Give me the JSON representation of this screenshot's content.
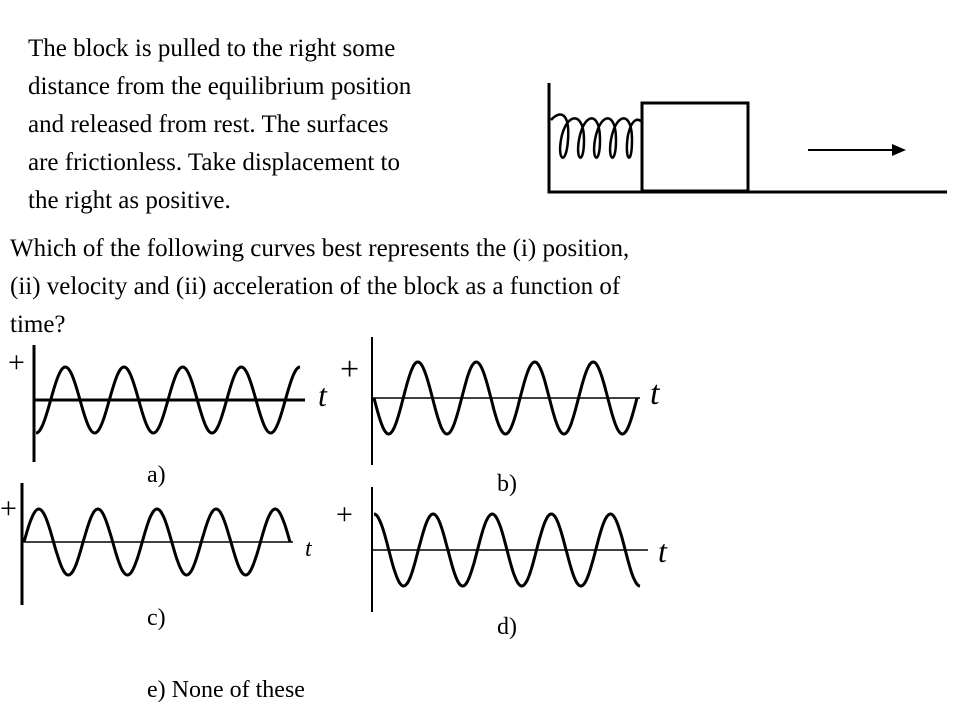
{
  "intro_lines": [
    "The block is pulled to the right some",
    "distance from the equilibrium position",
    "and released from rest.  The surfaces",
    "are frictionless.  Take displacement to",
    "the right as positive."
  ],
  "question_lines": [
    "Which of the following curves best represents the (i) position,",
    "(ii) velocity and (ii) acceleration of the block as a function of",
    "time?"
  ],
  "graphs": [
    {
      "id": "a",
      "label": "a)",
      "plus": "+",
      "axis_label": "t",
      "curve": "-cos"
    },
    {
      "id": "b",
      "label": "b)",
      "plus": "+",
      "axis_label": "t",
      "curve": "-sin"
    },
    {
      "id": "c",
      "label": "c)",
      "plus": "+",
      "axis_label": "t",
      "curve": "sin"
    },
    {
      "id": "d",
      "label": "d)",
      "plus": "+",
      "axis_label": "t",
      "curve": "cos"
    }
  ],
  "option_e": "e) None of these"
}
